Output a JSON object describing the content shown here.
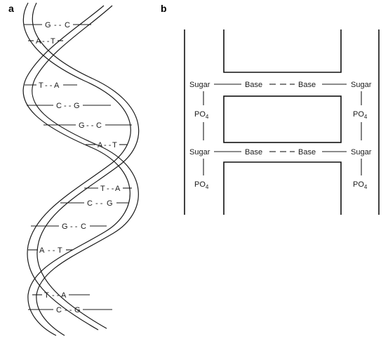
{
  "panel_a_label": "a",
  "panel_b_label": "b",
  "base_pairs": [
    {
      "left": "G",
      "dash": "- -",
      "right": "C"
    },
    {
      "left": "A",
      "dash": "- -",
      "right": "T"
    },
    {
      "left": "T",
      "dash": "- -",
      "right": "A"
    },
    {
      "left": "C",
      "dash": "- -",
      "right": "G"
    },
    {
      "left": "G",
      "dash": "- -",
      "right": "C"
    },
    {
      "left": "A",
      "dash": "- -",
      "right": "T"
    },
    {
      "left": "T",
      "dash": "- -",
      "right": "A"
    },
    {
      "left": "C",
      "dash": "- -",
      "right": "G"
    },
    {
      "left": "G",
      "dash": "- -",
      "right": "C"
    },
    {
      "left": "A",
      "dash": "- -",
      "right": "T"
    },
    {
      "left": "T",
      "dash": "- -",
      "right": "A"
    },
    {
      "left": "C",
      "dash": "- -",
      "right": "G"
    }
  ],
  "ladder": {
    "sugar": "Sugar",
    "base": "Base",
    "po4_main": "PO",
    "po4_sub": "4"
  }
}
